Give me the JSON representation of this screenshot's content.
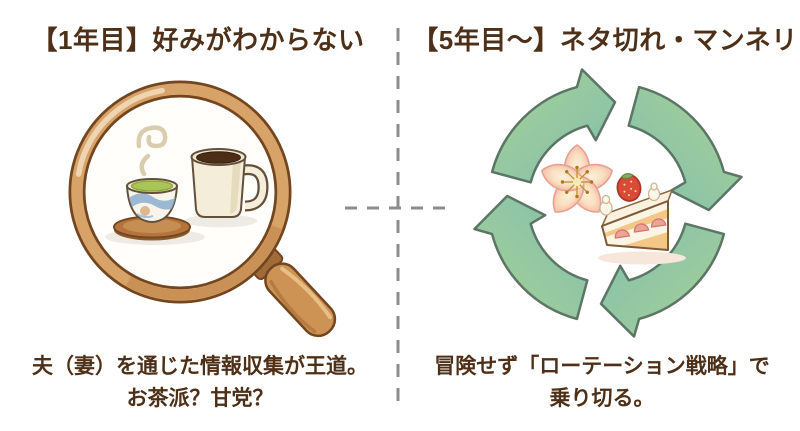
{
  "page": {
    "background": "#ffffff"
  },
  "left_panel": {
    "title": "【1年目】好みがわからない",
    "caption": [
      "夫（妻）を通じた情報収集が王道。",
      "お茶派？甘党？"
    ],
    "illustration": "magnifying-glass-over-tea-and-coffee"
  },
  "right_panel": {
    "title": "【5年目〜】ネタ切れ・マンネリ",
    "caption": [
      "冒険せず「ローテーション戦略」で",
      "乗り切る。"
    ],
    "illustration": "rotation-cycle-with-sakura-and-cake"
  },
  "divider": {
    "style": "dashed-cross",
    "color": "#8c8c8c"
  },
  "icons": {
    "magnifying-glass-icon": "wooden magnifying glass",
    "steam-icon": "steam swirl",
    "tea-cup-icon": "green tea cup on brown saucer",
    "coffee-mug-icon": "cream mug of coffee",
    "rotation-arrows-icon": "four green arrows forming a clockwise cycle",
    "sakura-flower-icon": "cherry blossom flower",
    "cake-slice-icon": "strawberry shortcake slice",
    "dashed-divider": "gray dashed cross divider"
  },
  "colors": {
    "background": "#ffffff",
    "text_brown": "#4d3017",
    "divider_gray": "#8c8c8c",
    "wood_tan": "#d8a369",
    "wood_dark": "#74461f",
    "arrow_green": "#a7d295",
    "arrow_teal": "#83beae",
    "sakura_pink": "#f4bcab",
    "sponge_yellow": "#f2c787",
    "strawberry_red": "#d94b39",
    "tea_green": "#abc457",
    "coffee_dark": "#4c2d16"
  }
}
